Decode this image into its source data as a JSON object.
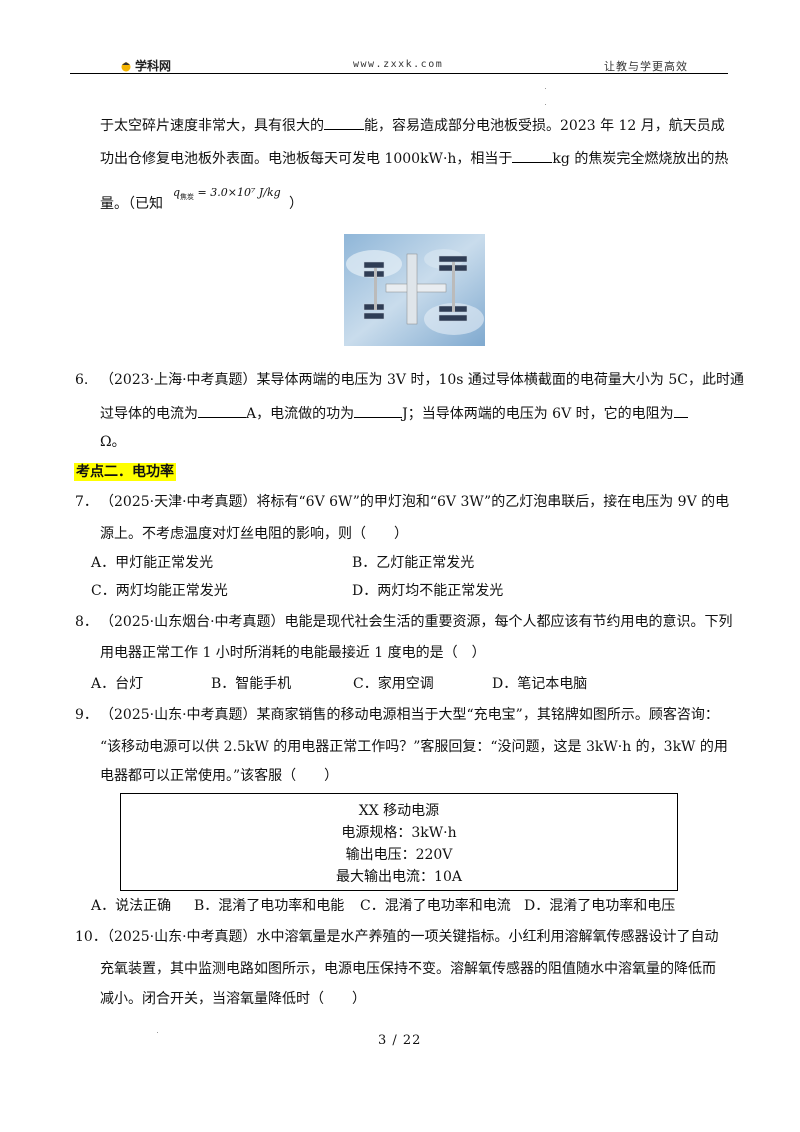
{
  "header": {
    "logo_text": "学科网",
    "url": "www.zxxk.com",
    "slogan": "让教与学更高效"
  },
  "q5": {
    "line1a": "于太空碎片速度非常大，具有很大的",
    "line1b": "能，容易造成部分电池板受损。2023 年 12 月，航天员成",
    "line2": "功出仓修复电池板外表面。电池板每天可发电 1000kW·h，相当于",
    "line2b": "kg 的焦炭完全燃烧放出的热",
    "line3a": "量。（已知",
    "formula_q": "q",
    "formula_sub": "焦炭",
    "formula_rest": "= 3.0×10⁷ J/kg",
    "line3b": "）"
  },
  "q6": {
    "num": "6.",
    "line1": "（2023·上海·中考真题）某导体两端的电压为 3V 时，10s 通过导体横截面的电荷量大小为 5C，此时通",
    "line2a": "过导体的电流为",
    "line2b": "A，电流做的功为",
    "line2c": "J；当导体两端的电压为 6V 时，它的电阻为",
    "line3": "Ω。"
  },
  "section2": {
    "title": "考点二．电功率"
  },
  "q7": {
    "num": "7．",
    "line1": "（2025·天津·中考真题）将标有“6V 6W”的甲灯泡和“6V 3W”的乙灯泡串联后，接在电压为 9V 的电",
    "line2": "源上。不考虑温度对灯丝电阻的影响，则（　　）",
    "options": [
      "A．甲灯能正常发光",
      "B．乙灯能正常发光",
      "C．两灯均能正常发光",
      "D．两灯均不能正常发光"
    ]
  },
  "q8": {
    "num": "8．",
    "line1": "（2025·山东烟台·中考真题）电能是现代社会生活的重要资源，每个人都应该有节约用电的意识。下列",
    "line2": "用电器正常工作 1 小时所消耗的电能最接近 1 度电的是（　）",
    "options": [
      "A．台灯",
      "B．智能手机",
      "C．家用空调",
      "D．笔记本电脑"
    ]
  },
  "q9": {
    "num": "9．",
    "line1": "（2025·山东·中考真题）某商家销售的移动电源相当于大型“充电宝”，其铭牌如图所示。顾客咨询：",
    "line2": "“该移动电源可以供 2.5kW 的用电器正常工作吗？”客服回复：“没问题，这是 3kW·h 的，3kW 的用",
    "line3": "电器都可以正常使用。”该客服（　　）",
    "nameplate": [
      "XX 移动电源",
      "电源规格：3kW·h",
      "输出电压：220V",
      "最大输出电流：10A"
    ],
    "options": [
      "A．说法正确",
      "B．混淆了电功率和电能",
      "C．混淆了电功率和电流",
      "D．混淆了电功率和电压"
    ]
  },
  "q10": {
    "num": "10．",
    "line1": "（2025·山东·中考真题）水中溶氧量是水产养殖的一项关键指标。小红利用溶解氧传感器设计了自动",
    "line2": "充氧装置，其中监测电路如图所示，电源电压保持不变。溶解氧传感器的阻值随水中溶氧量的降低而",
    "line3": "减小。闭合开关，当溶氧量降低时（　　）"
  },
  "footer": {
    "page": "3 / 22"
  }
}
